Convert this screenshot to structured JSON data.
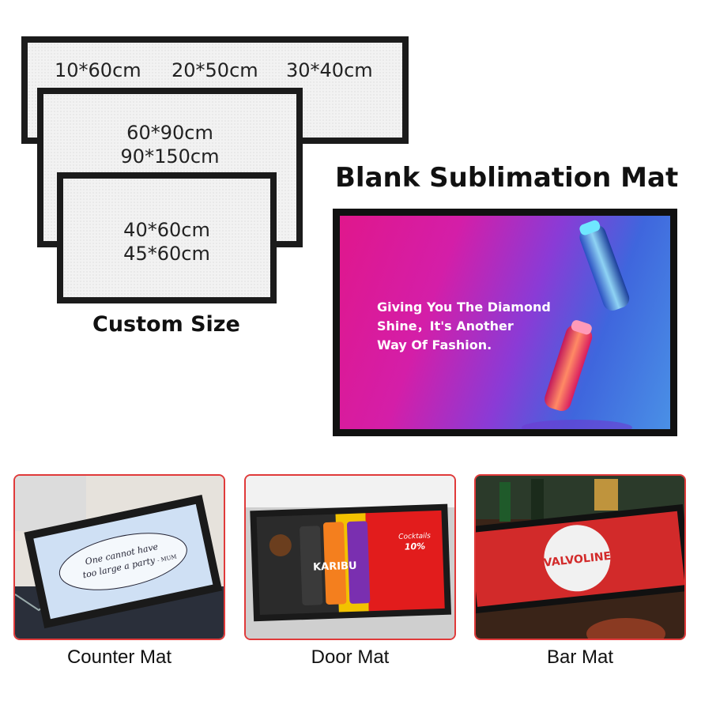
{
  "size_mats": {
    "large": [
      "10*60cm",
      "20*50cm",
      "30*40cm"
    ],
    "medium_line1": "60*90cm",
    "medium_line2": "90*150cm",
    "small_line1": "40*60cm",
    "small_line2": "45*60cm",
    "caption": "Custom Size"
  },
  "headline": "Blank Sublimation Mat",
  "promo": {
    "line1": "Giving You The Diamond",
    "line2": "Shine，It's Another",
    "line3": "Way Of Fashion."
  },
  "products": [
    {
      "label": "Counter Mat",
      "mat_text_line1": "One cannot have",
      "mat_text_line2": "too large a party",
      "mat_sign": "- MUM"
    },
    {
      "label": "Door Mat",
      "brand": "KARIBU",
      "badge_line1": "Cocktails",
      "badge_line2": "10%"
    },
    {
      "label": "Bar Mat",
      "brand": "VALVOLINE"
    }
  ],
  "colors": {
    "card_border": "#e03a3a",
    "mat_border": "#1b1b1b",
    "promo_pink": "#e0178c",
    "promo_blue": "#4a90e6"
  }
}
